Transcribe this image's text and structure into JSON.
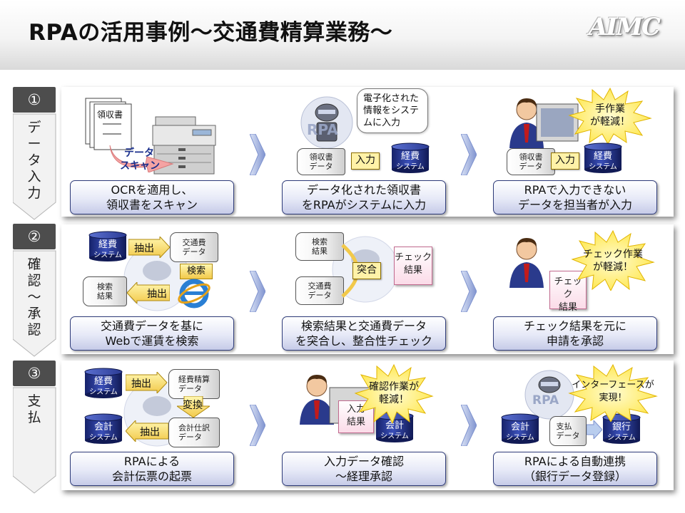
{
  "title": "RPAの活用事例～交通費精算業務～",
  "logo": "AIMC",
  "colors": {
    "accent_blue": "#1a2f8c",
    "step_gray": "#4d4d4d",
    "arrow_blue": "#9fb0dc",
    "burst_yellow": "#fff27a"
  },
  "steps": [
    {
      "num": "①",
      "label": "データ入力"
    },
    {
      "num": "②",
      "label": "確認～承認"
    },
    {
      "num": "③",
      "label": "支払"
    }
  ],
  "row1": {
    "doc_text": "領収書",
    "scan_label_1": "データ",
    "scan_label_2": "スキャン",
    "bubble": "電子化された\n情報をシステ\nムに入力",
    "robot_label": "RPA",
    "receipt_data": "領収書\nデータ",
    "input": "入力",
    "keihi_sys_top": "経費",
    "keihi_sys_bottom": "システム",
    "receipt_data_2": "領収書\nデータ",
    "input_2": "入力",
    "keihi_sys_top_2": "経費",
    "keihi_sys_bottom_2": "システム",
    "burst": "手作業\nが軽減！",
    "captions": [
      "OCRを適用し、\n領収書をスキャン",
      "データ化された領収書\nをRPAがシステムに入力",
      "RPAで入力できない\nデータを担当者が入力"
    ]
  },
  "row2": {
    "keihi_top": "経費",
    "keihi_bottom": "システム",
    "extract_1": "抽出",
    "koutsuhi_data": "交通費\nデータ",
    "search": "検索",
    "search_result": "検索\n結果",
    "extract_2": "抽出",
    "search_result_2": "検索\n結果",
    "koutsuhi_data_2": "交通費\nデータ",
    "match": "突合",
    "check_result": "チェック\n結果",
    "check_result_2": "チェック\n結果",
    "burst": "チェック作業\nが軽減！",
    "captions": [
      "交通費データを基に\nWebで運賃を検索",
      "検索結果と交通費データ\nを突合し、整合性チェック",
      "チェック結果を元に\n申請を承認"
    ]
  },
  "row3": {
    "keihi_top": "経費",
    "keihi_bottom": "システム",
    "extract_1": "抽出",
    "keihi_seisan_data": "経費精算\nデータ",
    "convert": "変換",
    "kaikei_top": "会計",
    "kaikei_bottom": "システム",
    "extract_2": "抽出",
    "kaikei_shiwake_data": "会計仕訳\nデータ",
    "input_result": "入力\n結果",
    "kaikei_top_2": "会計",
    "kaikei_bottom_2": "システム",
    "burst_1": "確認作業が\n軽減！",
    "kaikei_top_3": "会計",
    "kaikei_bottom_3": "システム",
    "shiharai_data": "支払\nデータ",
    "ginko_top": "銀行",
    "ginko_bottom": "システム",
    "burst_2": "インターフェースが\n実現！",
    "robot_label": "RPA",
    "captions": [
      "RPAによる\n会計伝票の起票",
      "入力データ確認\n～経理承認",
      "RPAによる自動連携\n（銀行データ登録）"
    ]
  }
}
